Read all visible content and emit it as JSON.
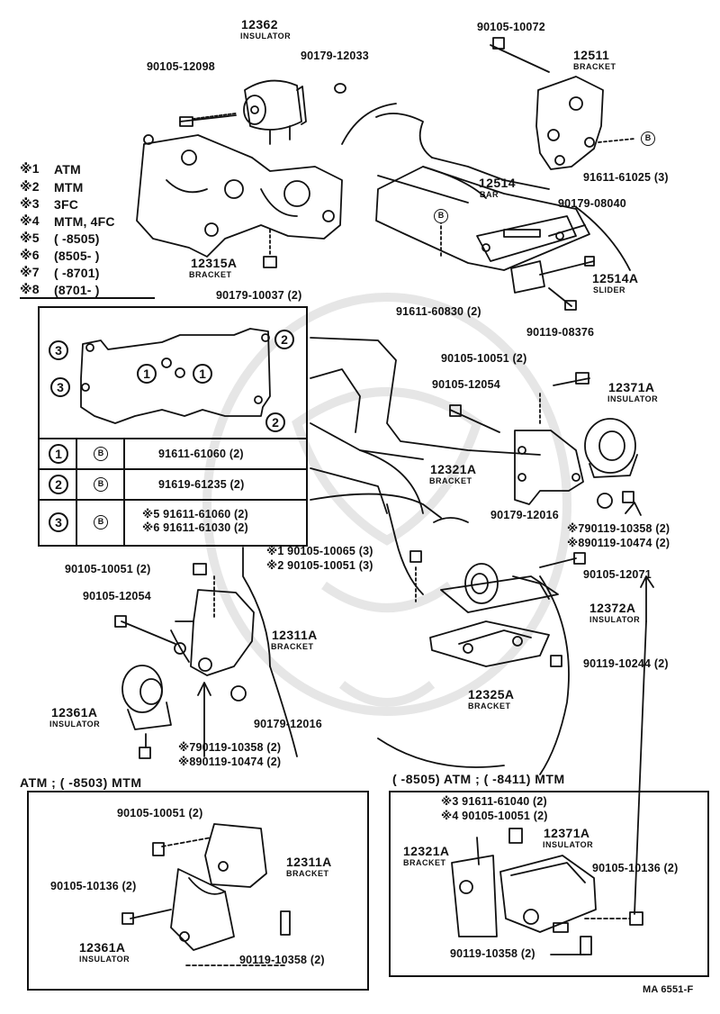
{
  "legend": [
    {
      "mark": "※1",
      "text": "ATM"
    },
    {
      "mark": "※2",
      "text": "MTM"
    },
    {
      "mark": "※3",
      "text": "3FC"
    },
    {
      "mark": "※4",
      "text": "MTM, 4FC"
    },
    {
      "mark": "※5",
      "text": "(        -8505)"
    },
    {
      "mark": "※6",
      "text": "(8505-        )"
    },
    {
      "mark": "※7",
      "text": "(        -8701)"
    },
    {
      "mark": "※8",
      "text": "(8701-        )"
    }
  ],
  "callouts": {
    "p12362": "12362",
    "p12362_sub": "INSULATOR",
    "p90105_12098": "90105-12098",
    "p90179_12033": "90179-12033",
    "p90105_10072": "90105-10072",
    "p12511": "12511",
    "p12511_sub": "BRACKET",
    "p91611_61025": "91611-61025 (3)",
    "p12514": "12514",
    "p12514_sub": "BAR",
    "p90179_08040": "90179-08040",
    "p12514A": "12514A",
    "p12514A_sub": "SLIDER",
    "p12315A": "12315A",
    "p12315A_sub": "BRACKET",
    "p90179_10037": "90179-10037 (2)",
    "p91611_60830": "91611-60830 (2)",
    "p90119_08376": "90119-08376",
    "p90105_10051_r": "90105-10051 (2)",
    "p90105_12054_r": "90105-12054",
    "p12371A": "12371A",
    "p12371A_sub": "INSULATOR",
    "p12321A": "12321A",
    "p12321A_sub": "BRACKET",
    "p90179_12016_r": "90179-12016",
    "p90119_10358_r": "※790119-10358 (2)",
    "p90119_10474_r": "※890119-10474 (2)",
    "p90105_10065": "※1 90105-10065 (3)",
    "p90105_10051_c": "※2 90105-10051 (3)",
    "p90105_12071": "90105-12071",
    "p12372A": "12372A",
    "p12372A_sub": "INSULATOR",
    "p90119_10244": "90119-10244 (2)",
    "p12325A": "12325A",
    "p12325A_sub": "BRACKET",
    "p90105_10051_l": "90105-10051 (2)",
    "p90105_12054_l": "90105-12054",
    "p12311A": "12311A",
    "p12311A_sub": "BRACKET",
    "p12361A": "12361A",
    "p12361A_sub": "INSULATOR",
    "p90179_12016_l": "90179-12016",
    "p90119_10358_l": "※790119-10358 (2)",
    "p90119_10474_l": "※890119-10474 (2)"
  },
  "bolt_table": {
    "rows": [
      {
        "num": "1",
        "type": "B",
        "part": "91611-61060 (2)"
      },
      {
        "num": "2",
        "type": "B",
        "part": "91619-61235 (2)"
      },
      {
        "num": "3",
        "type": "B",
        "part_a": "※5 91611-61060 (2)",
        "part_b": "※6 91611-61030 (2)"
      }
    ]
  },
  "inset_left": {
    "header": "ATM ; (        -8503) MTM",
    "p90105_10051": "90105-10051 (2)",
    "p12311A": "12311A",
    "p12311A_sub": "BRACKET",
    "p90105_10136": "90105-10136 (2)",
    "p12361A": "12361A",
    "p12361A_sub": "INSULATOR",
    "p90119_10358": "90119-10358 (2)"
  },
  "inset_right": {
    "header": "(        -8505) ATM ; (        -8411) MTM",
    "p91611_61040": "※3 91611-61040 (2)",
    "p90105_10051": "※4 90105-10051 (2)",
    "p12321A": "12321A",
    "p12321A_sub": "BRACKET",
    "p12371A": "12371A",
    "p12371A_sub": "INSULATOR",
    "p90105_10136": "90105-10136 (2)",
    "p90119_10358": "90119-10358 (2)"
  },
  "b_mark": "B",
  "figure_id": "MA 6551-F",
  "colors": {
    "ink": "#111111",
    "paper": "#ffffff",
    "watermark": "#e4e4e4"
  }
}
